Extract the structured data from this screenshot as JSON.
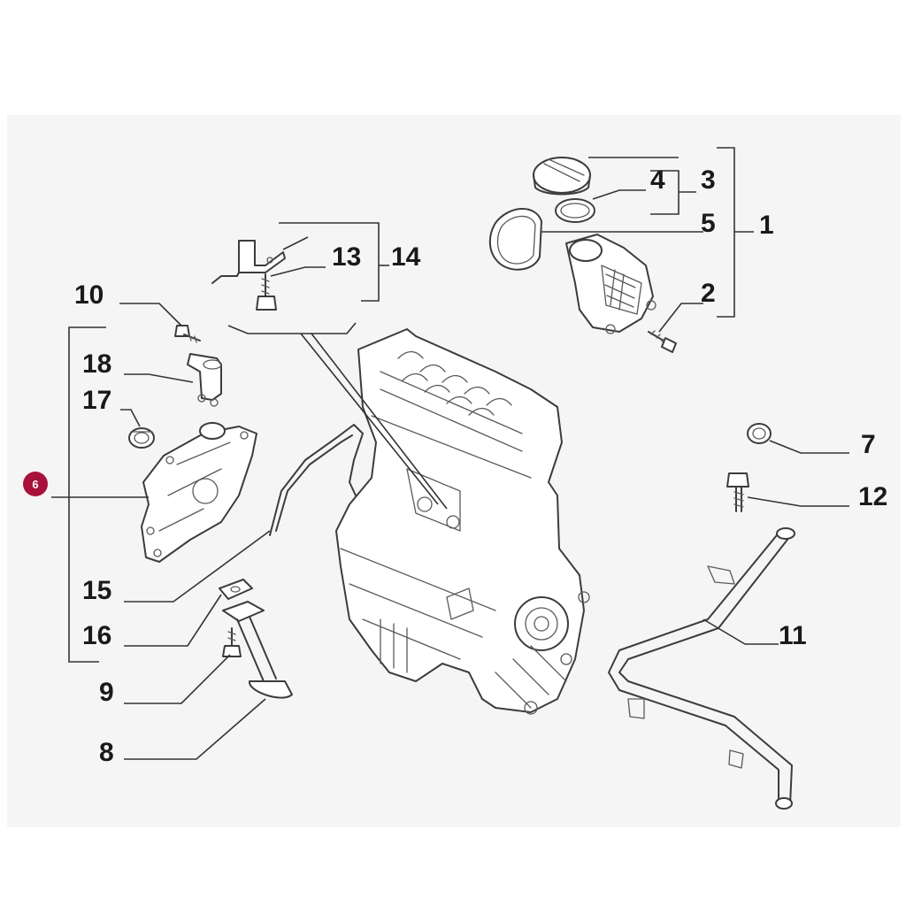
{
  "diagram": {
    "highlight_color": "#a8123a",
    "highlighted_callout": "6",
    "callouts": {
      "c1": "1",
      "c2": "2",
      "c3": "3",
      "c4": "4",
      "c5": "5",
      "c6": "6",
      "c7": "7",
      "c8": "8",
      "c9": "9",
      "c10": "10",
      "c11": "11",
      "c12": "12",
      "c13": "13",
      "c14": "14",
      "c15": "15",
      "c16": "16",
      "c17": "17",
      "c18": "18"
    }
  }
}
